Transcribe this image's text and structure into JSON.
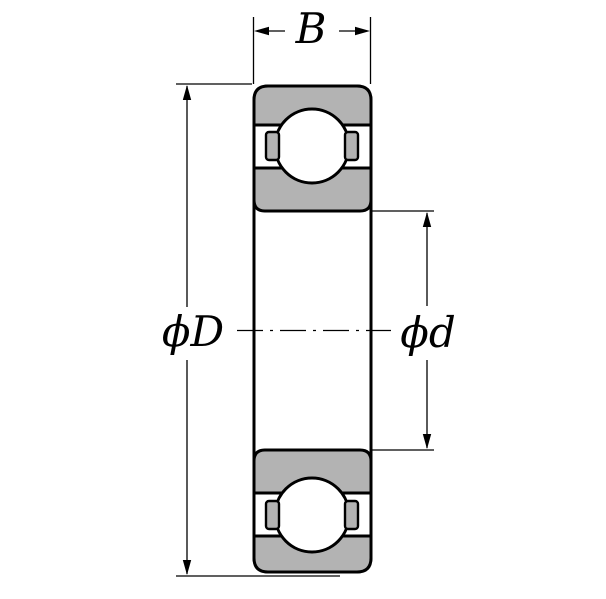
{
  "figure": {
    "dimension_labels": {
      "width": "B",
      "outer_diameter": "ϕD",
      "bore_diameter": "ϕd"
    },
    "colors": {
      "background": "#ffffff",
      "line": "#000000",
      "ring_fill": "#b3b3b3",
      "ball_fill": "#ffffff"
    }
  }
}
